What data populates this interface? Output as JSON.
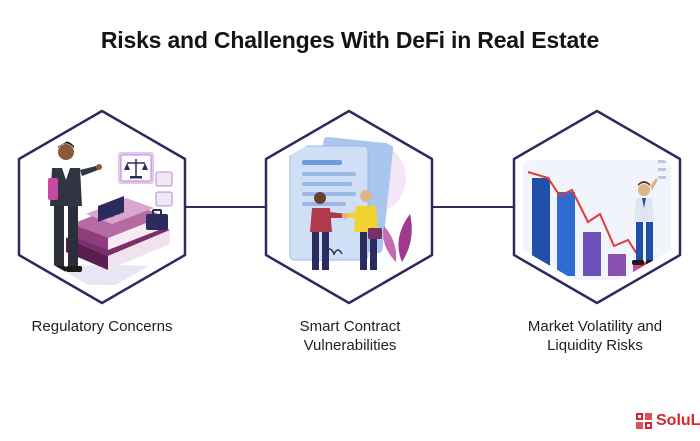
{
  "title": "Risks and Challenges With DeFi in Real Estate",
  "items": [
    {
      "caption_line1": "Regulatory Concerns",
      "caption_line2": "",
      "icon": "legal-scale-person-illustration"
    },
    {
      "caption_line1": "Smart Contract",
      "caption_line2": "Vulnerabilities",
      "icon": "contract-handshake-illustration"
    },
    {
      "caption_line1": "Market Volatility and",
      "caption_line2": "Liquidity Risks",
      "icon": "falling-bar-chart-illustration"
    }
  ],
  "brand": {
    "logo_text": "SoluLab"
  },
  "colors": {
    "hexagon_border": "#2b2b5e",
    "connector": "#2b2b5e",
    "accent_blue": "#1f5fbf",
    "accent_purple": "#7a4fb5",
    "brand_red": "#d6262d"
  }
}
